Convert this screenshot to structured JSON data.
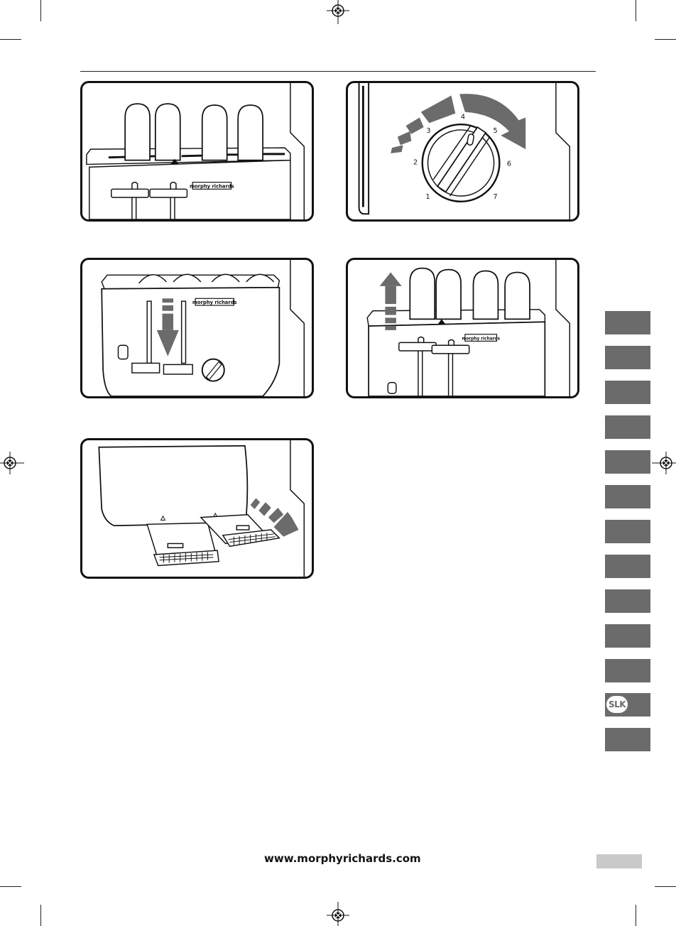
{
  "figures": [
    {
      "id": "fig-bread-in-slots"
    },
    {
      "id": "fig-browning-dial",
      "dial_numbers": [
        "1",
        "2",
        "3",
        "4",
        "5",
        "6",
        "7"
      ]
    },
    {
      "id": "fig-press-lever"
    },
    {
      "id": "fig-raise-lever"
    },
    {
      "id": "fig-crumb-trays"
    }
  ],
  "language_tabs": [
    {
      "label": ""
    },
    {
      "label": ""
    },
    {
      "label": ""
    },
    {
      "label": ""
    },
    {
      "label": ""
    },
    {
      "label": ""
    },
    {
      "label": ""
    },
    {
      "label": ""
    },
    {
      "label": ""
    },
    {
      "label": ""
    },
    {
      "label": ""
    },
    {
      "label": "SLK"
    },
    {
      "label": ""
    }
  ],
  "footer": {
    "url": "www.morphyrichards.com"
  },
  "logo_text": "morphy richards",
  "colors": {
    "tab_gray": "#6b6b6b",
    "page_box": "#c9c9c9",
    "line": "#111111"
  }
}
